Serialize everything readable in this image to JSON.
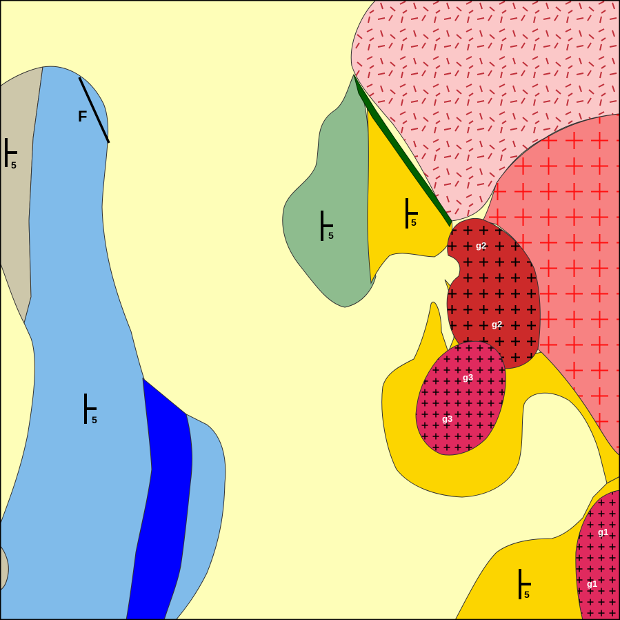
{
  "map": {
    "title": "",
    "colors": {
      "background": "#fefeb8",
      "tan_unit": "#cdc7aa",
      "light_blue_unit": "#80bbea",
      "dark_blue_unit": "#0000ff",
      "sage_unit": "#8ebc8e",
      "yellow_unit": "#fcd500",
      "dark_green_contact": "#006000",
      "pink_volcanic": "#fbc8c8",
      "pink_volcanic_marks": "#c0303a",
      "salmon_granite": "#f78282",
      "salmon_granite_crosses": "#ff1010",
      "g1_pluton": "#e02a5e",
      "g2_pluton": "#cc2a2a",
      "g3_pluton": "#e02a5e"
    },
    "structures": {
      "fault_label": "F",
      "dip_value": "5"
    },
    "units": {
      "g1_label": "g1",
      "g2_label": "g2",
      "g3_label": "g3"
    }
  }
}
